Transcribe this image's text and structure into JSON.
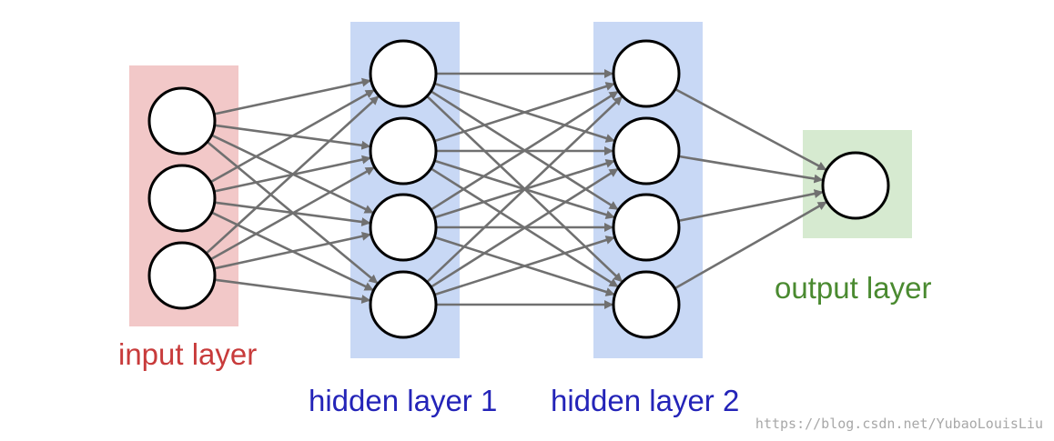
{
  "diagram": {
    "layers": [
      {
        "id": "input",
        "label": "input layer",
        "nodes": 3,
        "band_color": "#f2c8c8",
        "label_color": "#c83b3b"
      },
      {
        "id": "hidden1",
        "label": "hidden layer 1",
        "nodes": 4,
        "band_color": "#c8d8f5",
        "label_color": "#2424b8"
      },
      {
        "id": "hidden2",
        "label": "hidden layer 2",
        "nodes": 4,
        "band_color": "#c8d8f5",
        "label_color": "#2424b8"
      },
      {
        "id": "output",
        "label": "output layer",
        "nodes": 1,
        "band_color": "#d6ead0",
        "label_color": "#4a8a30"
      }
    ],
    "connections": "fully-connected",
    "edge_color": "#707070",
    "node_fill": "#ffffff",
    "node_stroke": "#000000"
  },
  "watermark": "https://blog.csdn.net/YubaoLouisLiu"
}
